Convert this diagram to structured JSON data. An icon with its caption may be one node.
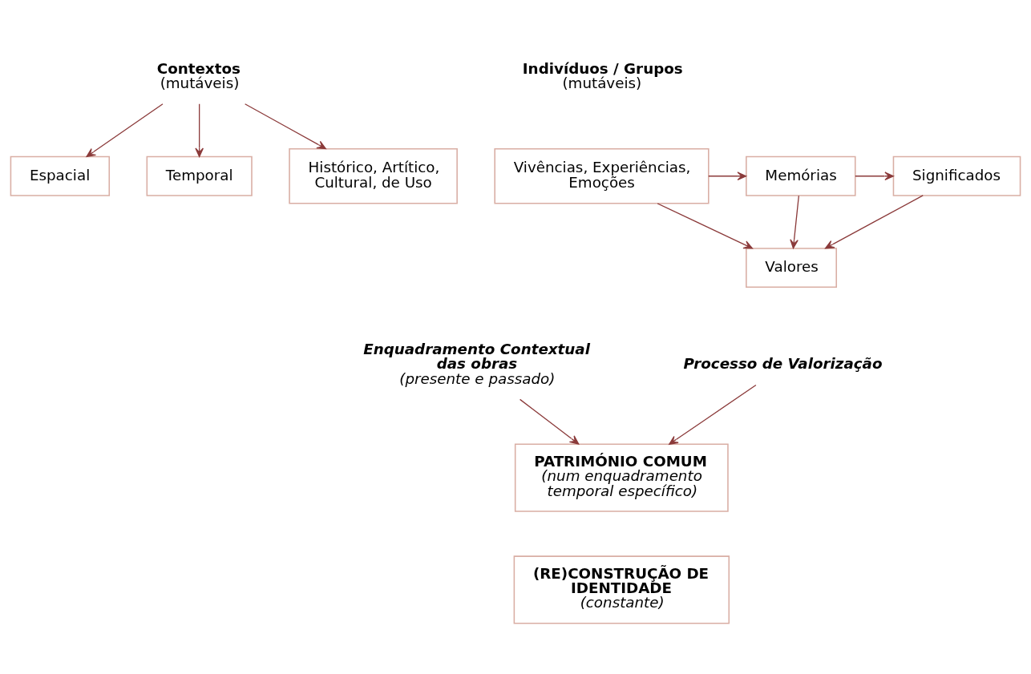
{
  "diagram": {
    "nodes": [
      {
        "text": [
          "Contextos",
          "(mutáveis)"
        ]
      },
      {
        "text": [
          "Espacial"
        ]
      },
      {
        "text": [
          "Temporal"
        ]
      },
      {
        "text": [
          "Histórico, Artítico, Cultural, de Uso"
        ]
      },
      {
        "text": [
          "Vivências, Experiências, Emoções"
        ]
      },
      {
        "text": [
          "Memórias"
        ]
      },
      {
        "text": [
          "Significados"
        ]
      },
      {
        "text": [
          "Valores"
        ]
      },
      {
        "text": [
          "Enquadramento Contextual das obras",
          "(presente e passado)"
        ]
      },
      {
        "text": [
          "Processo de Valorização"
        ]
      },
      {
        "text": [
          "PATRIMÓNIO COMUM",
          "(num enquadramento temporal específico)"
        ]
      },
      {
        "text": [
          "(RE)CONSTRUÇÃO DE IDENTIDADE",
          "(constante)"
        ]
      }
    ],
    "edges": [
      {
        "from": 0,
        "to": 1,
        "arrow": "to"
      },
      {
        "from": 0,
        "to": 3,
        "arrow": "to"
      },
      {
        "from": 0,
        "to": 2,
        "arrow": "to"
      },
      {
        "from": 4,
        "to": 5,
        "arrow": "to"
      },
      {
        "from": 5,
        "to": 6,
        "arrow": "to"
      },
      {
        "from": 5,
        "to": 7,
        "arrow": "to"
      },
      {
        "from": 4,
        "to": 7,
        "arrow": "to"
      },
      {
        "from": 6,
        "to": 7,
        "arrow": "to"
      },
      {
        "from": 8,
        "to": 10,
        "arrow": "to"
      },
      {
        "from": 9,
        "to": 10,
        "arrow": "to"
      }
    ],
    "labels": [
      "Indivíduos / Grupos",
      "(mutáveis)"
    ]
  }
}
